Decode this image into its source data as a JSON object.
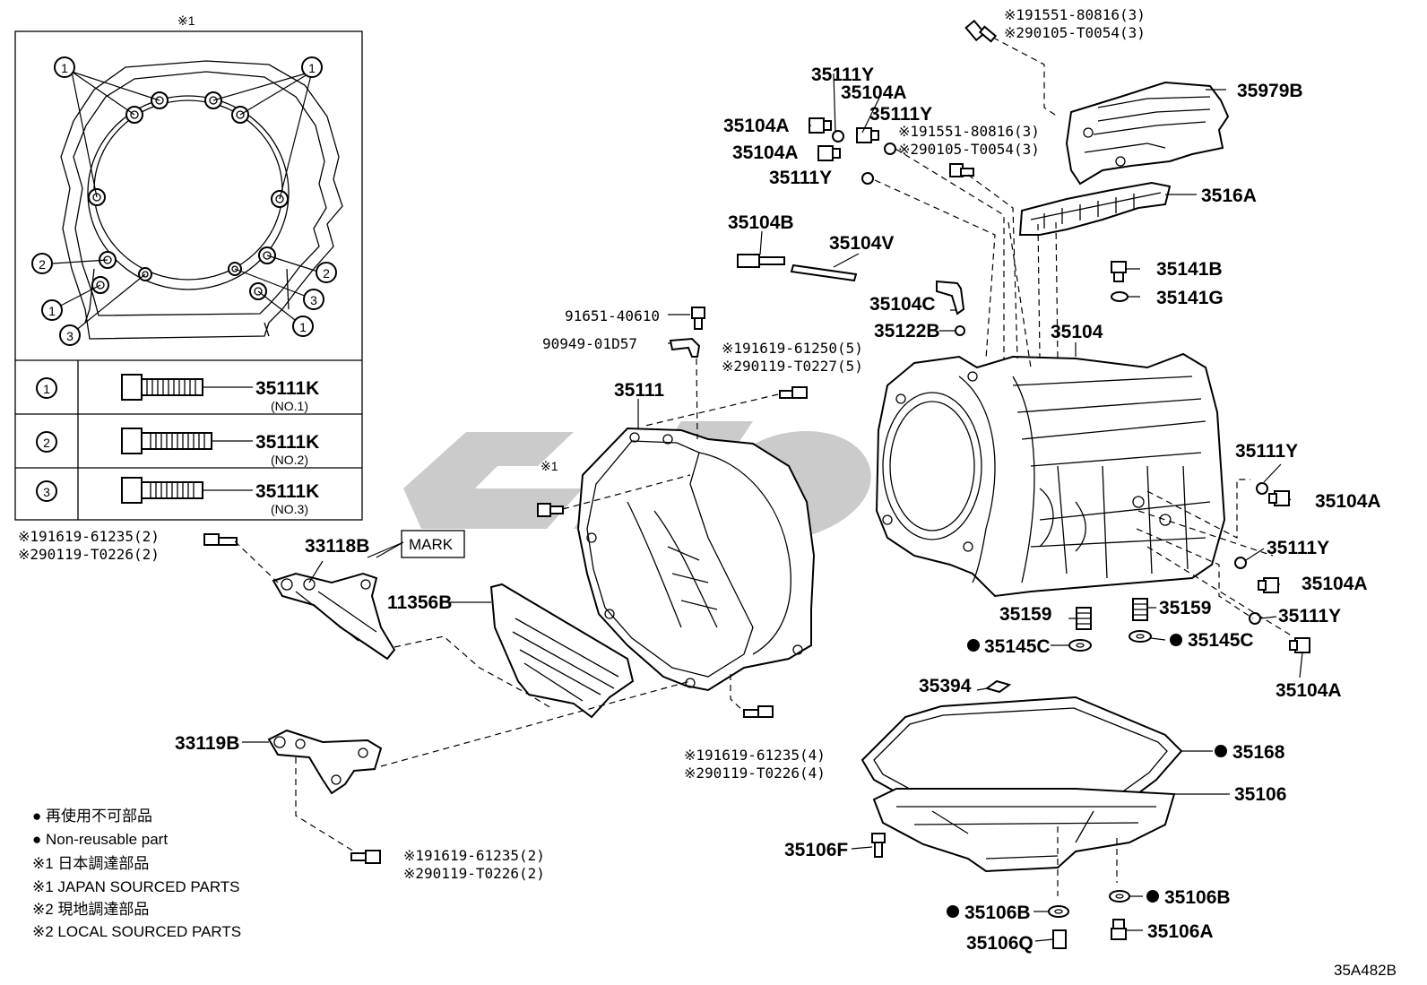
{
  "diagram_code": "35A482B",
  "inset": {
    "header_mark": "※1",
    "callouts": {
      "c1": "1",
      "c2": "2",
      "c3": "3"
    },
    "table": [
      {
        "key": "1",
        "part": "35111K",
        "sub": "(NO.1)"
      },
      {
        "key": "2",
        "part": "35111K",
        "sub": "(NO.2)"
      },
      {
        "key": "3",
        "part": "35111K",
        "sub": "(NO.3)"
      }
    ]
  },
  "labels": {
    "p35979B": "35979B",
    "p3516A": "3516A",
    "p35111Y_a": "35111Y",
    "p35104A_a": "35104A",
    "p35111Y_b": "35111Y",
    "p35104A_b": "35104A",
    "p35104A_c": "35104A",
    "p35111Y_c": "35111Y",
    "p35104B": "35104B",
    "p35104V": "35104V",
    "p35104C": "35104C",
    "p35122B": "35122B",
    "p35141B": "35141B",
    "p35141G": "35141G",
    "p35104": "35104",
    "p91651": "91651-40610",
    "p90949": "90949-01D57",
    "p35111": "35111",
    "p33118B": "33118B",
    "mark": "MARK",
    "p11356B": "11356B",
    "p33119B": "33119B",
    "p35111Y_d": "35111Y",
    "p35104A_d": "35104A",
    "p35111Y_e": "35111Y",
    "p35104A_e": "35104A",
    "p35111Y_f": "35111Y",
    "p35104A_f": "35104A",
    "p35159_a": "35159",
    "p35159_b": "35159",
    "p35145C_a": "35145C",
    "p35145C_b": "35145C",
    "p35394": "35394",
    "p35168": "35168",
    "p35106": "35106",
    "p35106F": "35106F",
    "p35106B_a": "35106B",
    "p35106B_b": "35106B",
    "p35106Q": "35106Q",
    "p35106A": "35106A",
    "x1_bolt": "※1"
  },
  "notes": {
    "top_1": "※191551-80816(3)",
    "top_2": "※290105-T0054(3)",
    "mid_1": "※191551-80816(3)",
    "mid_2": "※290105-T0054(3)",
    "bell_1": "※191619-61250(5)",
    "bell_2": "※290119-T0227(5)",
    "left_1": "※191619-61235(2)",
    "left_2": "※290119-T0226(2)",
    "bottom_1": "※191619-61235(4)",
    "bottom_2": "※290119-T0226(4)",
    "lower_1": "※191619-61235(2)",
    "lower_2": "※290119-T0226(2)"
  },
  "legend": [
    "● 再使用不可部品",
    "● Non-reusable part",
    "※1 日本調達部品",
    "※1 JAPAN SOURCED PARTS",
    "※2 現地調達部品",
    "※2 LOCAL SOURCED PARTS"
  ],
  "colors": {
    "line": "#000000",
    "watermark": "#b9b9b9",
    "background": "#ffffff"
  }
}
